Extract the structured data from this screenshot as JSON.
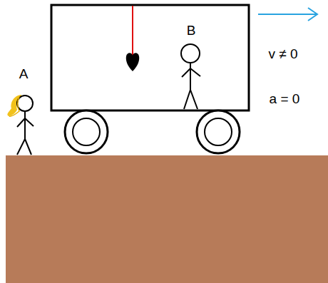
{
  "diagram": {
    "labels": [
      "A",
      "B",
      "v ≠ 0",
      "a = 0"
    ]
  }
}
